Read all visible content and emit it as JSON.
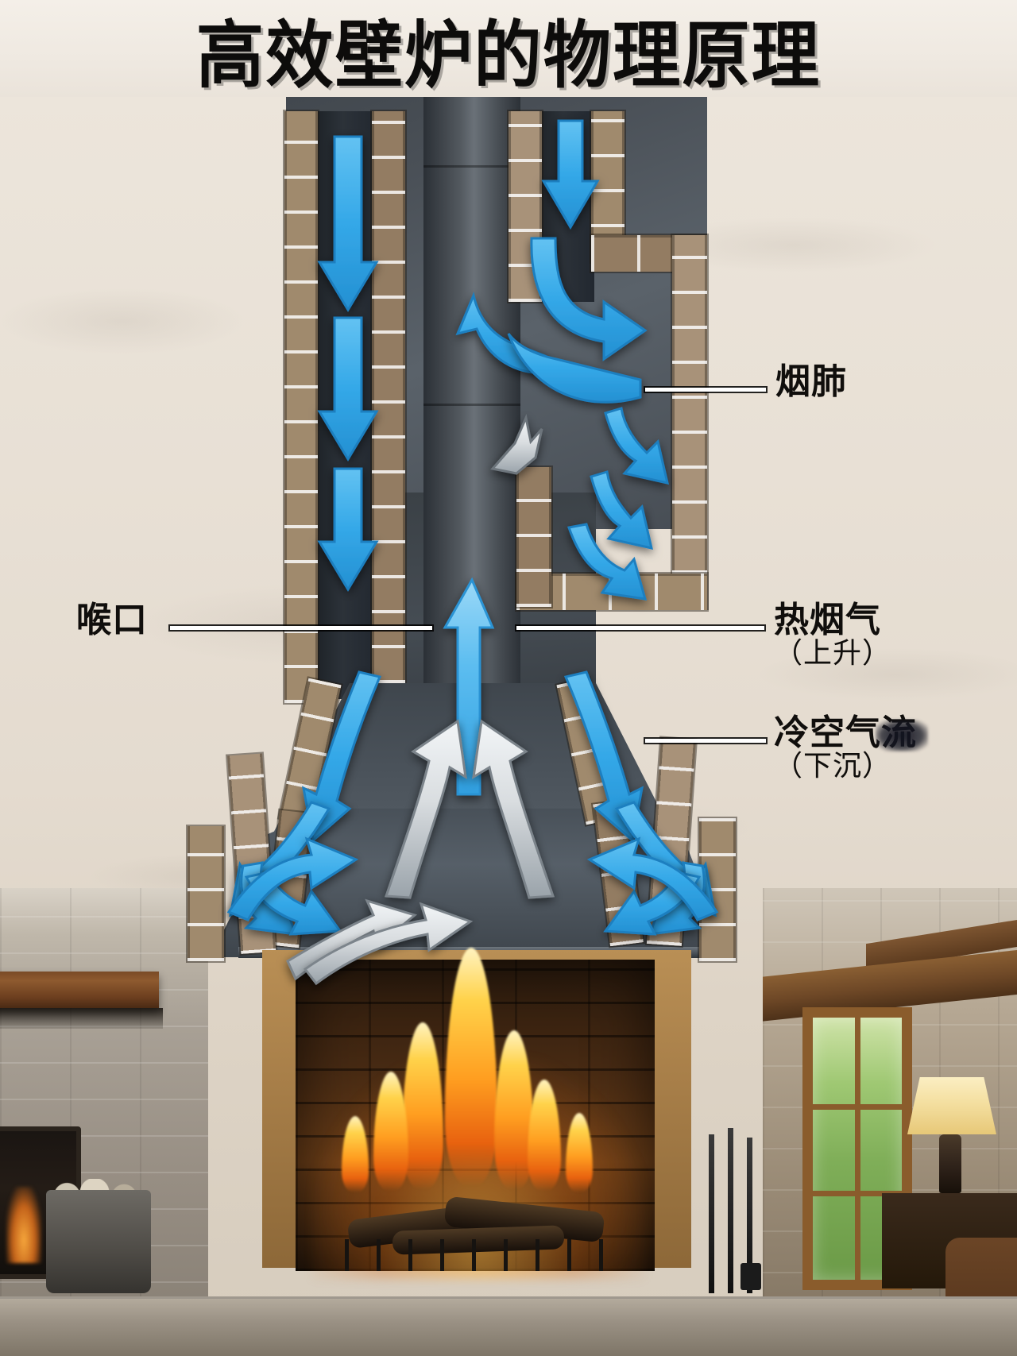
{
  "title": "高效壁炉的物理原理",
  "labels": {
    "smoke_chamber": {
      "main": "烟肺",
      "sub": ""
    },
    "hot_smoke": {
      "main": "热烟气",
      "sub": "（上升）"
    },
    "cold_air": {
      "main": "冷空气流",
      "sub": "（下沉）"
    },
    "throat": {
      "main": "喉口",
      "sub": ""
    }
  },
  "legend": {
    "cold_arrow_color": "#34a8e8",
    "hot_arrow_color": "#d9dde0",
    "brick_color": "#9c8469",
    "flue_color": "#4b535b",
    "flame_color": "#ff9e20",
    "title_color": "#0d0c0b",
    "plaster_color": "#e8e0d5"
  },
  "scene": {
    "structure": "壁炉剖面图",
    "flow_cold": "冷空气沿烟囱侧壁下沉",
    "flow_hot": "热烟气沿中央烟道上升",
    "fire": "燃烧的木柴火焰"
  }
}
